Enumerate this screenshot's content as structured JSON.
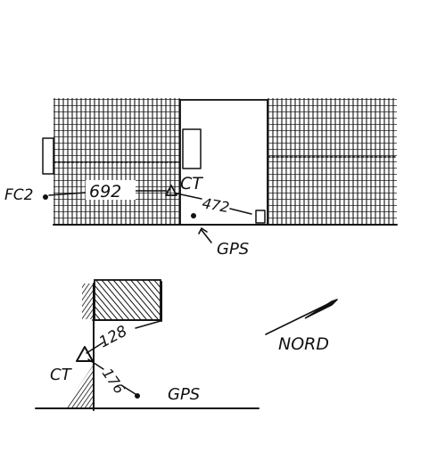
{
  "top_plan": {
    "station_label": "FC2",
    "station_sub": "",
    "ct_label": "CT",
    "gps_label": "GPS",
    "dist_fc2_ct": "692",
    "dist_ct_gps": "472"
  },
  "bottom_plan": {
    "ct_label": "CT",
    "gps_label": "GPS",
    "dist_upper": "128",
    "dist_gps": "176"
  },
  "north": {
    "label": "NORD"
  }
}
